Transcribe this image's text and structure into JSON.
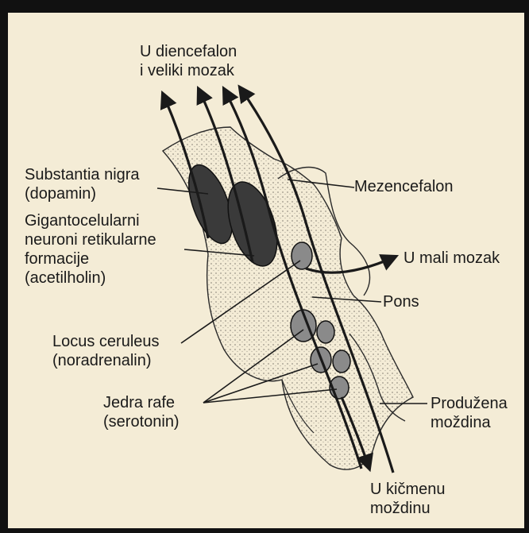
{
  "title": {
    "line1": "U diencefalon",
    "line2": "i veliki mozak"
  },
  "labels": {
    "substantia_nigra": {
      "line1": "Substantia nigra",
      "line2": "(dopamin)"
    },
    "gigantocelularni": {
      "line1": "Gigantocelularni",
      "line2": "neuroni retikularne",
      "line3": "formacije",
      "line4": "(acetilholin)"
    },
    "locus_ceruleus": {
      "line1": "Locus ceruleus",
      "line2": "(noradrenalin)"
    },
    "jedra_rafe": {
      "line1": "Jedra rafe",
      "line2": "(serotonin)"
    },
    "mezencefalon": "Mezencefalon",
    "mali_mozak": "U mali mozak",
    "pons": "Pons",
    "produzena": {
      "line1": "Produžena",
      "line2": "moždina"
    },
    "kicmena": {
      "line1": "U kičmenu",
      "line2": "moždinu"
    }
  },
  "colors": {
    "paper": "#f4ecd6",
    "frame": "#111111",
    "ink": "#1a1a1a",
    "nucleus_dark": "#3a3a3a",
    "nucleus_light": "#8a8a8a"
  }
}
